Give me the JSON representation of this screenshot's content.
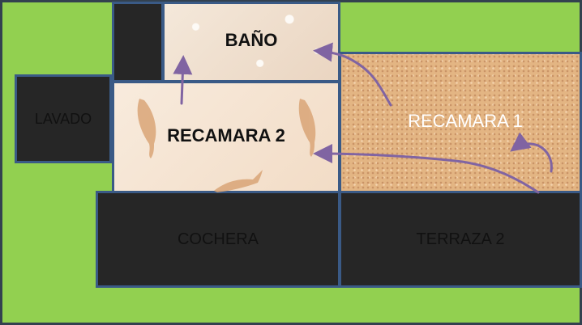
{
  "rooms": {
    "bano": "BAÑO",
    "recamara_2": "RECAMARA 2",
    "recamara_1": "RECAMARA 1",
    "lavado": "LAVADO",
    "cochera": "COCHERA",
    "terraza_2": "TERRAZA 2"
  },
  "colors": {
    "yard": "#92d050",
    "dark_room": "#262626",
    "room_border": "#3a5a86",
    "arrow": "#8064a2"
  }
}
